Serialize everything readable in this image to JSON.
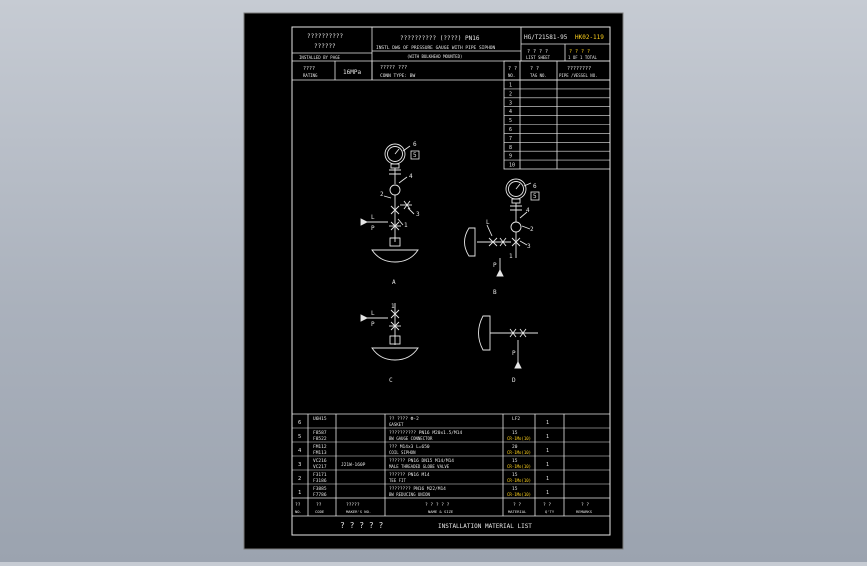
{
  "title_block": {
    "cn_title_1": "??????????",
    "cn_title_2": "??????",
    "cn_sub": "INSTALLED BY PAGE",
    "center_cn": "??????????  (????) PN16",
    "center_en": "INSTL DWG OF PRESSURE GAUGE WITH PIPE SIPHON",
    "center_en2": "(WITH BULKHEAD MOUNTED)",
    "std_no": "HG/T21581-95",
    "dwg_no": "HK02-119",
    "sheet_cn": "? ? ? ?",
    "sheet_en": "LIST   SHEET",
    "total_cn": "? ?  ? ?",
    "total_en": "1 OF 1  TOTAL",
    "rating_cn": "????",
    "rating_en": "RATING",
    "rating_val": "16MPa",
    "conn_cn": "?????  ??? ",
    "conn_en": "CONN TYPE:  BW"
  },
  "tag_table": {
    "hdr1_cn": "?   ?",
    "hdr1_en": "NO.",
    "hdr2_cn": "?   ?",
    "hdr2_en": "TAG NO.",
    "hdr3_cn": "????????",
    "hdr3_en": "PIPE /VESSEL NO.",
    "rows": [
      "1",
      "2",
      "3",
      "4",
      "5",
      "6",
      "7",
      "8",
      "9",
      "10"
    ]
  },
  "diagram": {
    "label_a": "A",
    "label_b": "B",
    "label_c": "C",
    "label_d": "D",
    "n1": "1",
    "n2": "2",
    "n3": "3",
    "n4": "4",
    "n5": "5",
    "n6": "6",
    "tag_l": "L",
    "tag_p": "P"
  },
  "materials": {
    "rows": [
      {
        "no": "6",
        "code": "U6H15",
        "spec": "",
        "name_cn": "??  ????  Ф-2",
        "name_en": "GASKET",
        "mat": "LF2",
        "qty": "1"
      },
      {
        "no": "5",
        "code": "F8587 F8522",
        "spec": "",
        "name_cn": "??????????     PN16 M20x1.5/M14",
        "name_en": "BW GAUGE CONNECTOR",
        "mat": "15 CR-1Mo(10)",
        "qty": "1"
      },
      {
        "no": "4",
        "code": "FM112 FM113",
        "spec": "",
        "name_cn": "???     M14x3     L=650",
        "name_en": "COIL SIPHON",
        "mat": "20 CR-1Mo(10)",
        "qty": "1"
      },
      {
        "no": "3",
        "code": "VC216 VC217",
        "spec": "J21W-160P",
        "name_cn": "??????       PN16  DN15 M14/M14",
        "name_en": "MALE THREADED GLOBE VALVE",
        "mat": "15 CR-1Mo(10)",
        "qty": "1"
      },
      {
        "no": "2",
        "code": "F3171 F3186",
        "spec": "",
        "name_cn": "??????          PN16  M14",
        "name_en": "TEE FIT",
        "mat": "15 CR-1Mo(10)",
        "qty": "1"
      },
      {
        "no": "1",
        "code": "F3885 F7786",
        "spec": "",
        "name_cn": "????????        PN16  M22/M14",
        "name_en": "BW REDUCING UNION",
        "mat": "15 CR-1Mo(10)",
        "qty": "1"
      }
    ],
    "hdr": {
      "no_cn": "??",
      "no_en": "NO.",
      "code_cn": "??",
      "code_en": "CODE",
      "spec_cn": "?????",
      "spec_en": "MAKER'S NO.",
      "name_cn": "? ? ? ? ?",
      "name_en": "NAME & SIZE",
      "mat_cn": "? ?",
      "mat_en": "MATERIAL",
      "qty_cn": "? ?",
      "qty_en": "Q'TY",
      "rmk_cn": "? ?",
      "rmk_en": "REMARKS"
    },
    "footer_cn": "? ? ? ? ?",
    "footer_en": "INSTALLATION MATERIAL LIST"
  }
}
